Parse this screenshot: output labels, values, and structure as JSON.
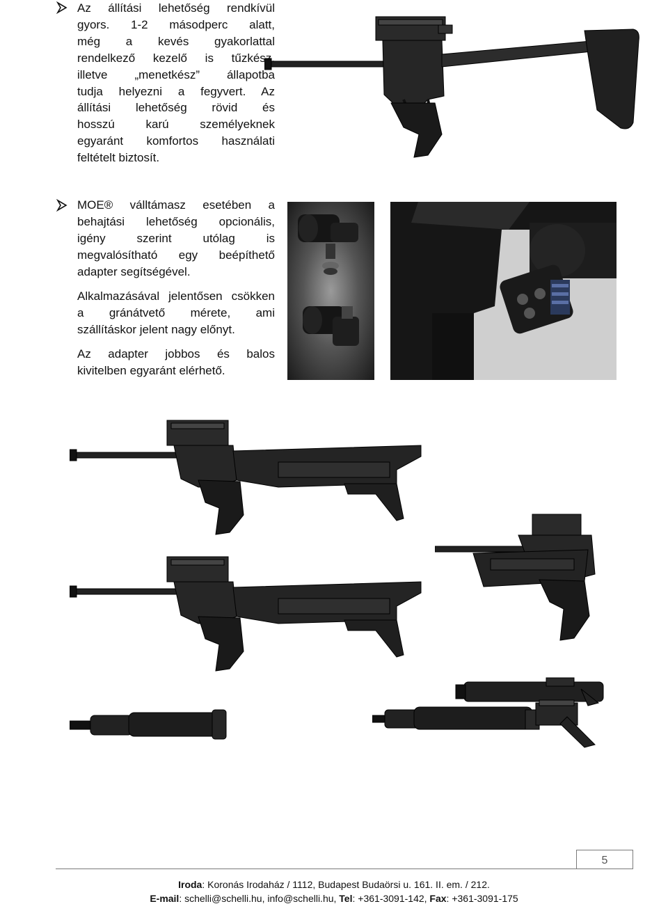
{
  "section1": {
    "lines": [
      "Az állítási lehetőség rendkívül",
      "gyors. 1-2 másodperc alatt,",
      "még a kevés gyakorlattal",
      "rendelkező kezelő is tűzkész,",
      "illetve „menetkész” állapotba",
      "tudja helyezni a fegyvert. Az",
      "állítási lehetőség rövid és",
      "hosszú karú személyeknek",
      "egyaránt komfortos használati",
      "feltételt biztosít."
    ]
  },
  "section2": {
    "lines": [
      "MOE® válltámasz esetében a",
      "behajtási lehetőség opcionális,",
      "igény szerint utólag is",
      "megvalósítható egy beépíthető",
      "adapter segítségével."
    ],
    "lines2": [
      "Alkalmazásával jelentősen csökken",
      "a gránátvető mérete, ami",
      "szállításkor jelent nagy előnyt."
    ],
    "lines3": [
      "Az adapter jobbos és balos",
      "kivitelben egyaránt elérhető."
    ]
  },
  "page_number": "5",
  "footer": {
    "line1_label": "Iroda",
    "line1_text": ": Koronás Irodaház / 1112, Budapest Budaörsi u. 161. II. em. / 212.",
    "email_label": "E-mail",
    "email_text": ": schelli@schelli.hu, info@schelli.hu, ",
    "tel_label": "Tel",
    "tel_text": ": +361-3091-142, ",
    "fax_label": "Fax",
    "fax_text": ": +361-3091-175"
  }
}
